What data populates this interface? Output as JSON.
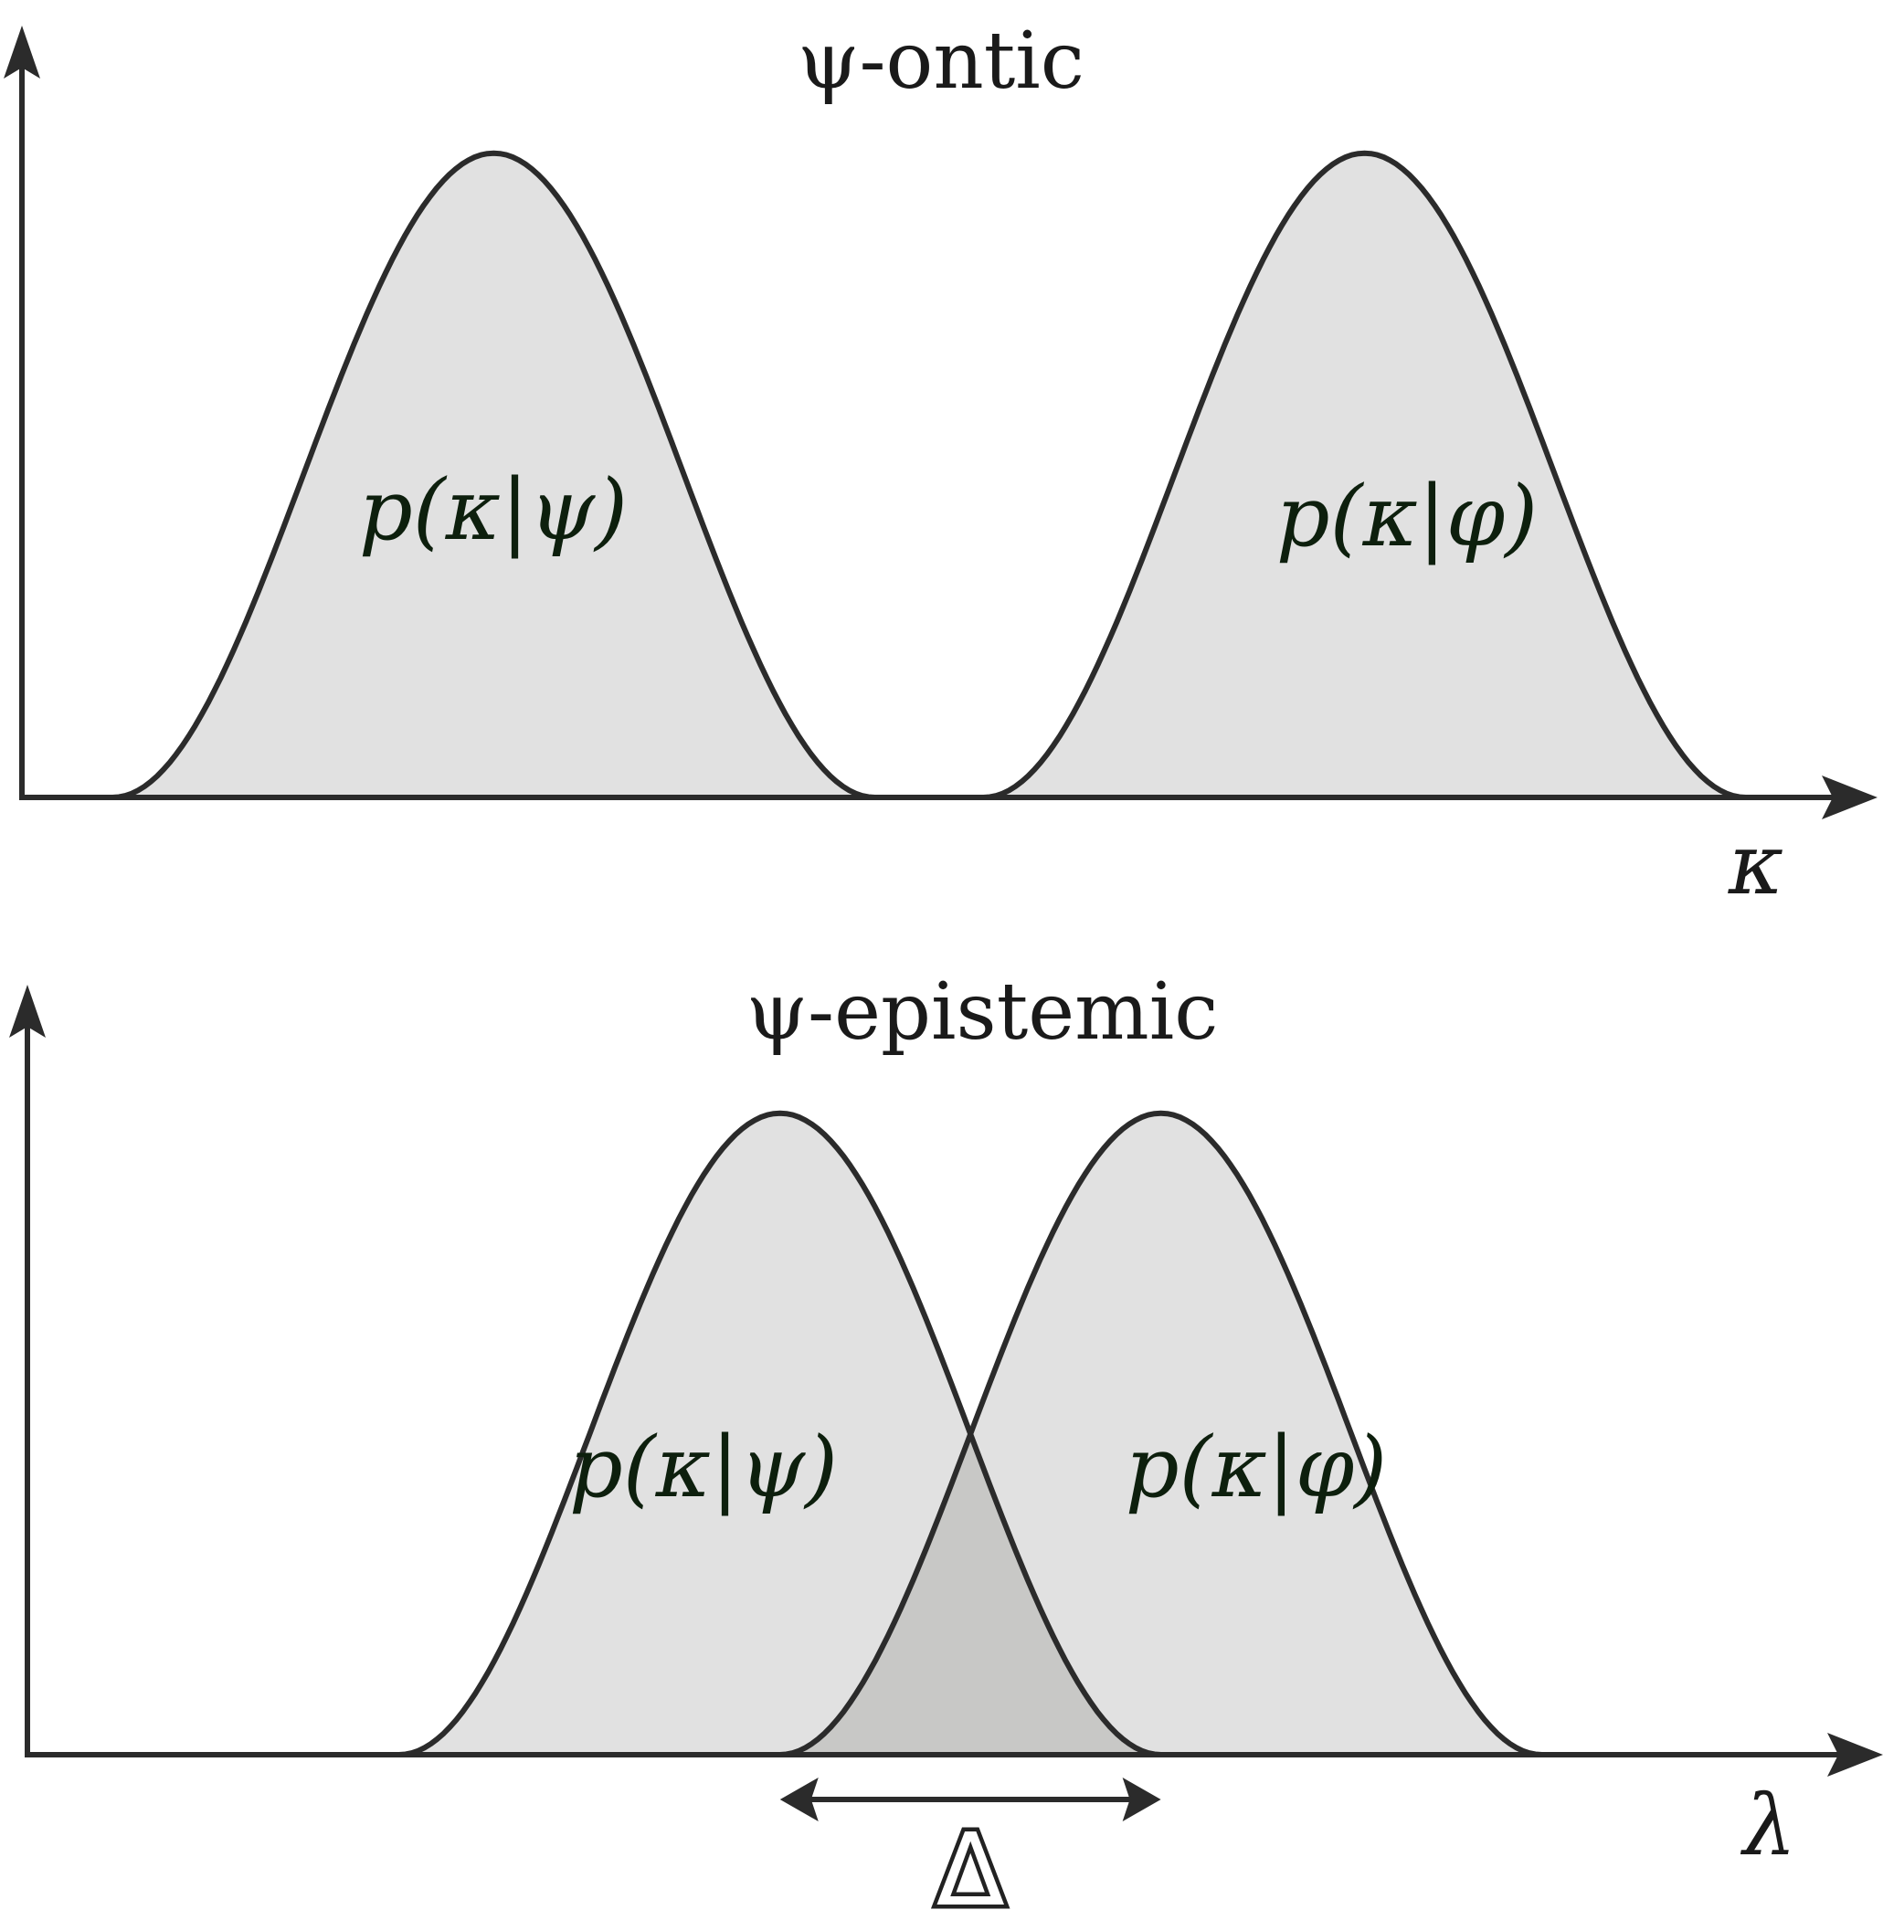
{
  "panels": [
    {
      "id": "ontic",
      "title": "ψ-ontic",
      "axis_variable": "κ",
      "distributions": [
        {
          "label": "p(κ|ψ)",
          "center": 0.26,
          "width": 0.42,
          "height": 0.84
        },
        {
          "label": "p(κ|φ)",
          "center": 0.74,
          "width": 0.42,
          "height": 0.84
        }
      ],
      "overlap": false
    },
    {
      "id": "epistemic",
      "title": "ψ-epistemic",
      "axis_variable": "λ",
      "distributions": [
        {
          "label": "p(κ|ψ)",
          "center": 0.415,
          "width": 0.42,
          "height": 0.84
        },
        {
          "label": "p(κ|φ)",
          "center": 0.625,
          "width": 0.42,
          "height": 0.84
        }
      ],
      "overlap": true,
      "overlap_label": "Δ"
    }
  ],
  "colors": {
    "axis": "#2b2b2b",
    "curve": "#2b2b2b",
    "fill": "#e1e1e1",
    "overlap_fill": "#c8c8c6"
  }
}
